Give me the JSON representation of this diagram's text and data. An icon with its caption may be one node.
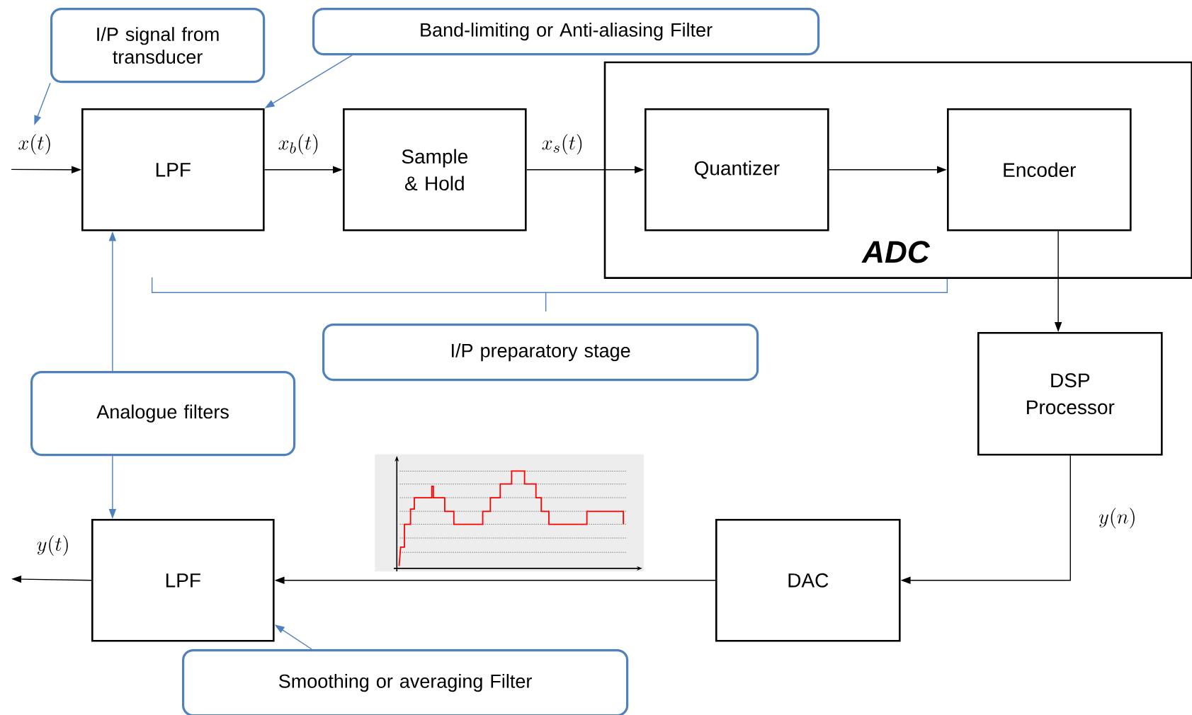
{
  "diagram": {
    "nodes": [
      {
        "text": [
          "I/P signal from transducer"
        ]
      },
      {
        "text": [
          "Band-limiting or Anti-aliasing Filter"
        ]
      },
      {
        "text": [
          "LPF"
        ]
      },
      {
        "text": [
          "Sample & Hold"
        ]
      },
      {
        "text": [
          "ADC"
        ]
      },
      {
        "text": [
          "Quantizer"
        ],
        "in": 4
      },
      {
        "text": [
          "Encoder"
        ],
        "in": 4
      },
      {
        "text": [
          "I/P preparatory stage"
        ]
      },
      {
        "text": [
          "DSP Processor"
        ]
      },
      {
        "text": [
          "Analogue filters"
        ]
      },
      {
        "text": [
          "DAC"
        ]
      },
      {
        "text": [
          "LPF"
        ]
      },
      {
        "text": [
          "Smoothing or averaging Filter"
        ]
      }
    ],
    "edges": [
      {
        "from": null,
        "to": 2,
        "arrow": "to",
        "label": "x(t)"
      },
      {
        "from": 2,
        "to": 3,
        "arrow": "to",
        "label": "x_b(t)"
      },
      {
        "from": 3,
        "to": 5,
        "arrow": "to",
        "label": "x_s(t)"
      },
      {
        "from": 5,
        "to": 6,
        "arrow": "to"
      },
      {
        "from": 6,
        "to": 8,
        "arrow": "to"
      },
      {
        "from": 8,
        "to": 10,
        "arrow": "to",
        "label": "y(n)"
      },
      {
        "from": 10,
        "to": 11,
        "arrow": "to"
      },
      {
        "from": 11,
        "to": null,
        "arrow": "to",
        "label": "y(t)"
      },
      {
        "from": 0,
        "to": null,
        "arrow": "to",
        "color": "#4f81bd"
      },
      {
        "from": 1,
        "to": 2,
        "arrow": "to",
        "color": "#4f81bd"
      },
      {
        "from": 9,
        "to": 2,
        "arrow": "to",
        "color": "#4f81bd"
      },
      {
        "from": 9,
        "to": 11,
        "arrow": "to",
        "color": "#4f81bd"
      },
      {
        "from": 12,
        "to": 11,
        "arrow": "to",
        "color": "#4f81bd"
      }
    ]
  }
}
